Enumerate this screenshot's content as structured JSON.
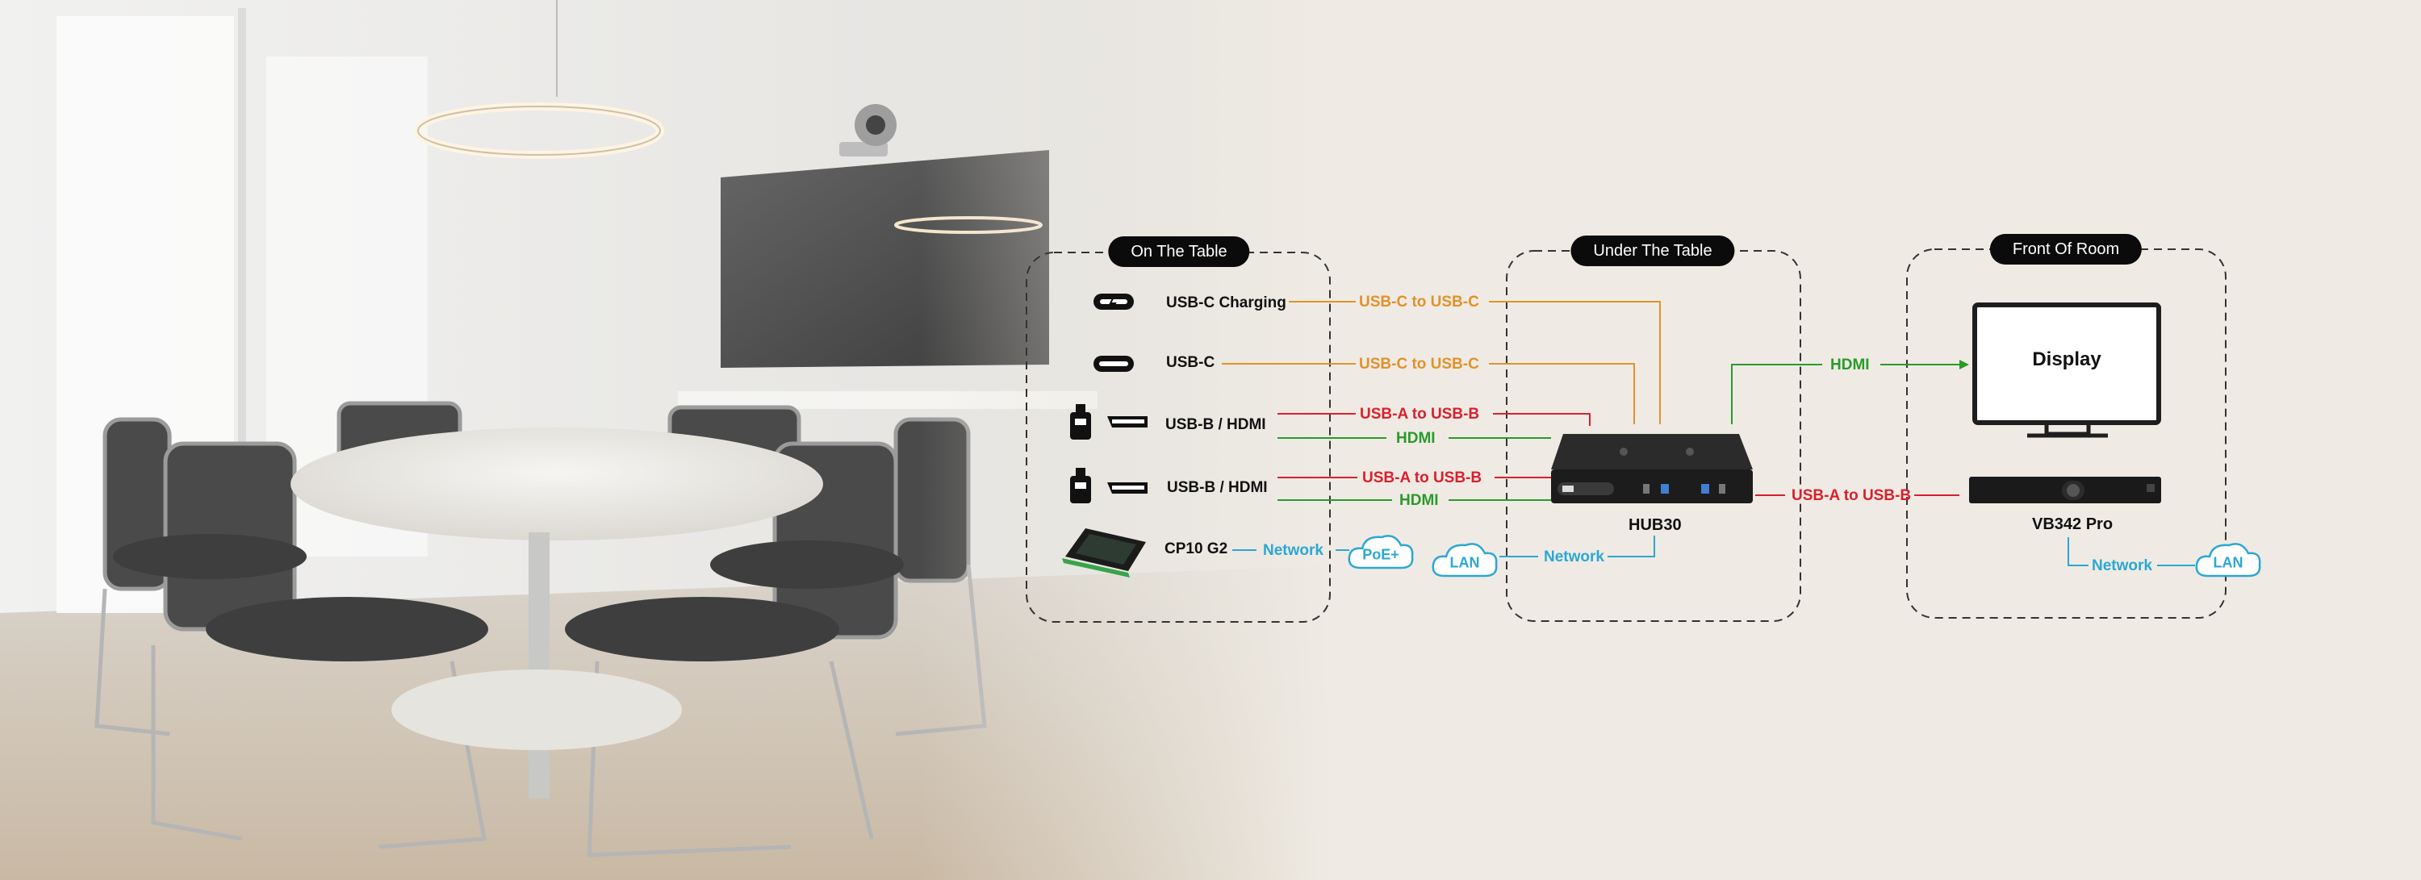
{
  "groups": {
    "on_table": "On The Table",
    "under_table": "Under The Table",
    "front_room": "Front Of Room"
  },
  "on_table_devices": {
    "usbc_charging": "USB-C Charging",
    "usbc": "USB-C",
    "usbb_hdmi_1": "USB-B / HDMI",
    "usbb_hdmi_2": "USB-B / HDMI",
    "cp10": "CP10 G2"
  },
  "cables": {
    "charging": "USB-C to USB-C",
    "usbc": "USB-C to USB-C",
    "usb_a_b_1": "USB-A to USB-B",
    "hdmi_1": "HDMI",
    "usb_a_b_2": "USB-A to USB-B",
    "hdmi_2": "HDMI",
    "cp10_network": "Network",
    "hub_network": "Network",
    "hub_to_display": "HDMI",
    "hub_to_vb342": "USB-A to USB-B",
    "vb342_network": "Network"
  },
  "clouds": {
    "poe": "PoE+",
    "lan_hub": "LAN",
    "lan_front": "LAN"
  },
  "hub": {
    "name": "HUB30"
  },
  "front": {
    "display": "Display",
    "vb342": "VB342 Pro"
  },
  "colors": {
    "usb_c": "#e2912b",
    "usb_ab": "#d9202e",
    "hdmi": "#2a9a2a",
    "network": "#2ba7d3",
    "tag_bg": "#0b0b0b"
  }
}
